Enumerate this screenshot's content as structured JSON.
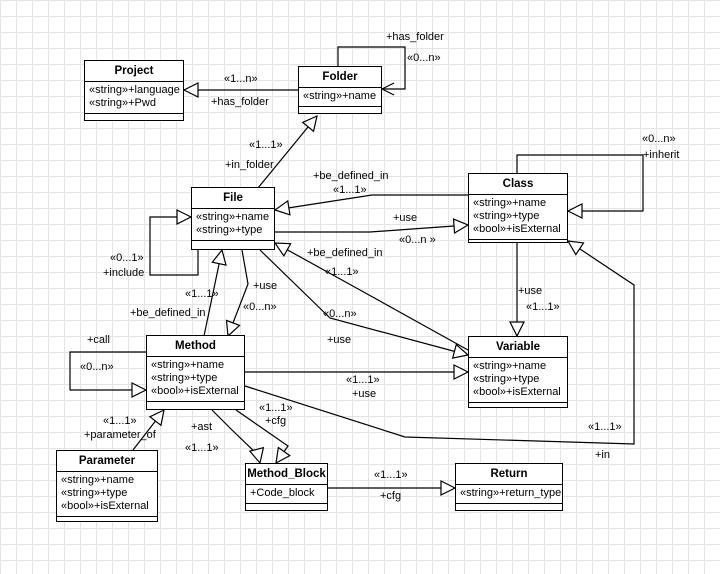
{
  "classes": {
    "project": {
      "name": "Project",
      "attrs": [
        "«string»+language",
        "«string»+Pwd"
      ]
    },
    "folder": {
      "name": "Folder",
      "attrs": [
        "«string»+name"
      ]
    },
    "file": {
      "name": "File",
      "attrs": [
        "«string»+name",
        "«string»+type"
      ]
    },
    "class": {
      "name": "Class",
      "attrs": [
        "«string»+name",
        "«string»+type",
        "«bool»+isExternal"
      ]
    },
    "method": {
      "name": "Method",
      "attrs": [
        "«string»+name",
        "«string»+type",
        "«bool»+isExternal"
      ]
    },
    "variable": {
      "name": "Variable",
      "attrs": [
        "«string»+name",
        "«string»+type",
        "«bool»+isExternal"
      ]
    },
    "parameter": {
      "name": "Parameter",
      "attrs": [
        "«string»+name",
        "«string»+type",
        "«bool»+isExternal"
      ]
    },
    "method_block": {
      "name": "Method_Block",
      "attrs": [
        "+Code_block"
      ]
    },
    "return": {
      "name": "Return",
      "attrs": [
        "«string»+return_type"
      ]
    }
  },
  "labels": {
    "has_folder_self": "+has_folder",
    "folder_self_mult": "«0...n»",
    "project_folder_mult": "«1...n»",
    "has_folder": "+has_folder",
    "in_folder_mult": "«1...1»",
    "in_folder": "+in_folder",
    "be_defined_in_class": "+be_defined_in",
    "class_file_mult": "«1...1»",
    "use_file_class": "+use",
    "file_class_mult": "«0...n »",
    "class_self_mult": "«0...n»",
    "inherit": "+inherit",
    "file_self_mult": "«0...1»",
    "include": "+include",
    "be_defined_in_var": "+be_defined_in",
    "var_file_mult": "«1...1»",
    "use_method_file": "+use",
    "method_file_mult": "«1...1»",
    "be_defined_in_method": "+be_defined_in",
    "file_method_mult": "«0...n»",
    "file_var_mult": "«0...n»",
    "use_file_var": "+use",
    "use_class_var": "+use",
    "class_var_mult": "«1...1»",
    "call": "+call",
    "method_self_mult": "«0...n»",
    "method_var_mult": "«1...1»",
    "use_method_var": "+use",
    "param_mult": "«1...1»",
    "parameter_of": "+parameter_of",
    "cfg_mult": "«1...1»",
    "cfg_method": "+cfg",
    "ast": "+ast",
    "ast_mult": "«1...1»",
    "method_class_mult": "«1...1»",
    "in": "+in",
    "return_mult": "«1...1»",
    "cfg_return": "+cfg"
  }
}
